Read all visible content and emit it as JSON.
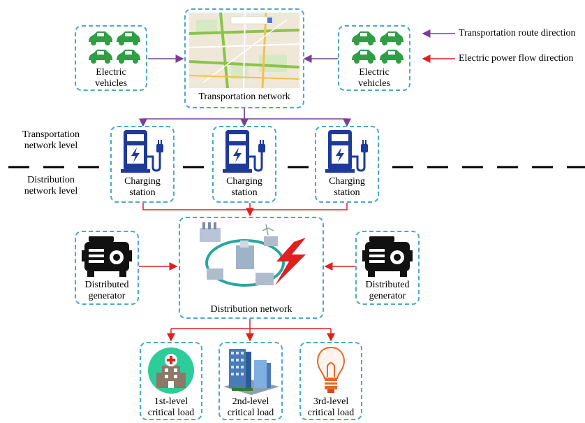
{
  "legend": {
    "transport_route": "Transportation route direction",
    "power_flow": "Electric power flow direction"
  },
  "colors": {
    "transport_arrow": "#7b3f99",
    "power_arrow": "#e02020",
    "box_border": "#4aa8c8",
    "ev_green": "#2f9e44",
    "station_blue": "#1d3a9a",
    "hospital_circle": "#2ecc9a"
  },
  "levels": {
    "transport": [
      "Transportation",
      "network level"
    ],
    "distribution": [
      "Distribution",
      "network level"
    ]
  },
  "nodes": {
    "ev_left": [
      "Electric",
      "vehicles"
    ],
    "ev_right": [
      "Electric",
      "vehicles"
    ],
    "transport_network": "Transportation network",
    "charging_stations": [
      [
        "Charging",
        "station"
      ],
      [
        "Charging",
        "station"
      ],
      [
        "Charging",
        "station"
      ]
    ],
    "dg_left": [
      "Distributed",
      "generator"
    ],
    "dg_right": [
      "Distributed",
      "generator"
    ],
    "distribution_network": "Distribution network",
    "loads": [
      [
        "1st-level",
        "critical load"
      ],
      [
        "2nd-level",
        "critical load"
      ],
      [
        "3rd-level",
        "critical load"
      ]
    ]
  },
  "icons": {
    "ev": "electric-car-icon",
    "map": "map-icon",
    "station": "charging-station-icon",
    "generator": "generator-icon",
    "grid": "power-grid-icon",
    "hospital": "hospital-icon",
    "buildings": "office-buildings-icon",
    "bulb": "light-bulb-icon"
  }
}
